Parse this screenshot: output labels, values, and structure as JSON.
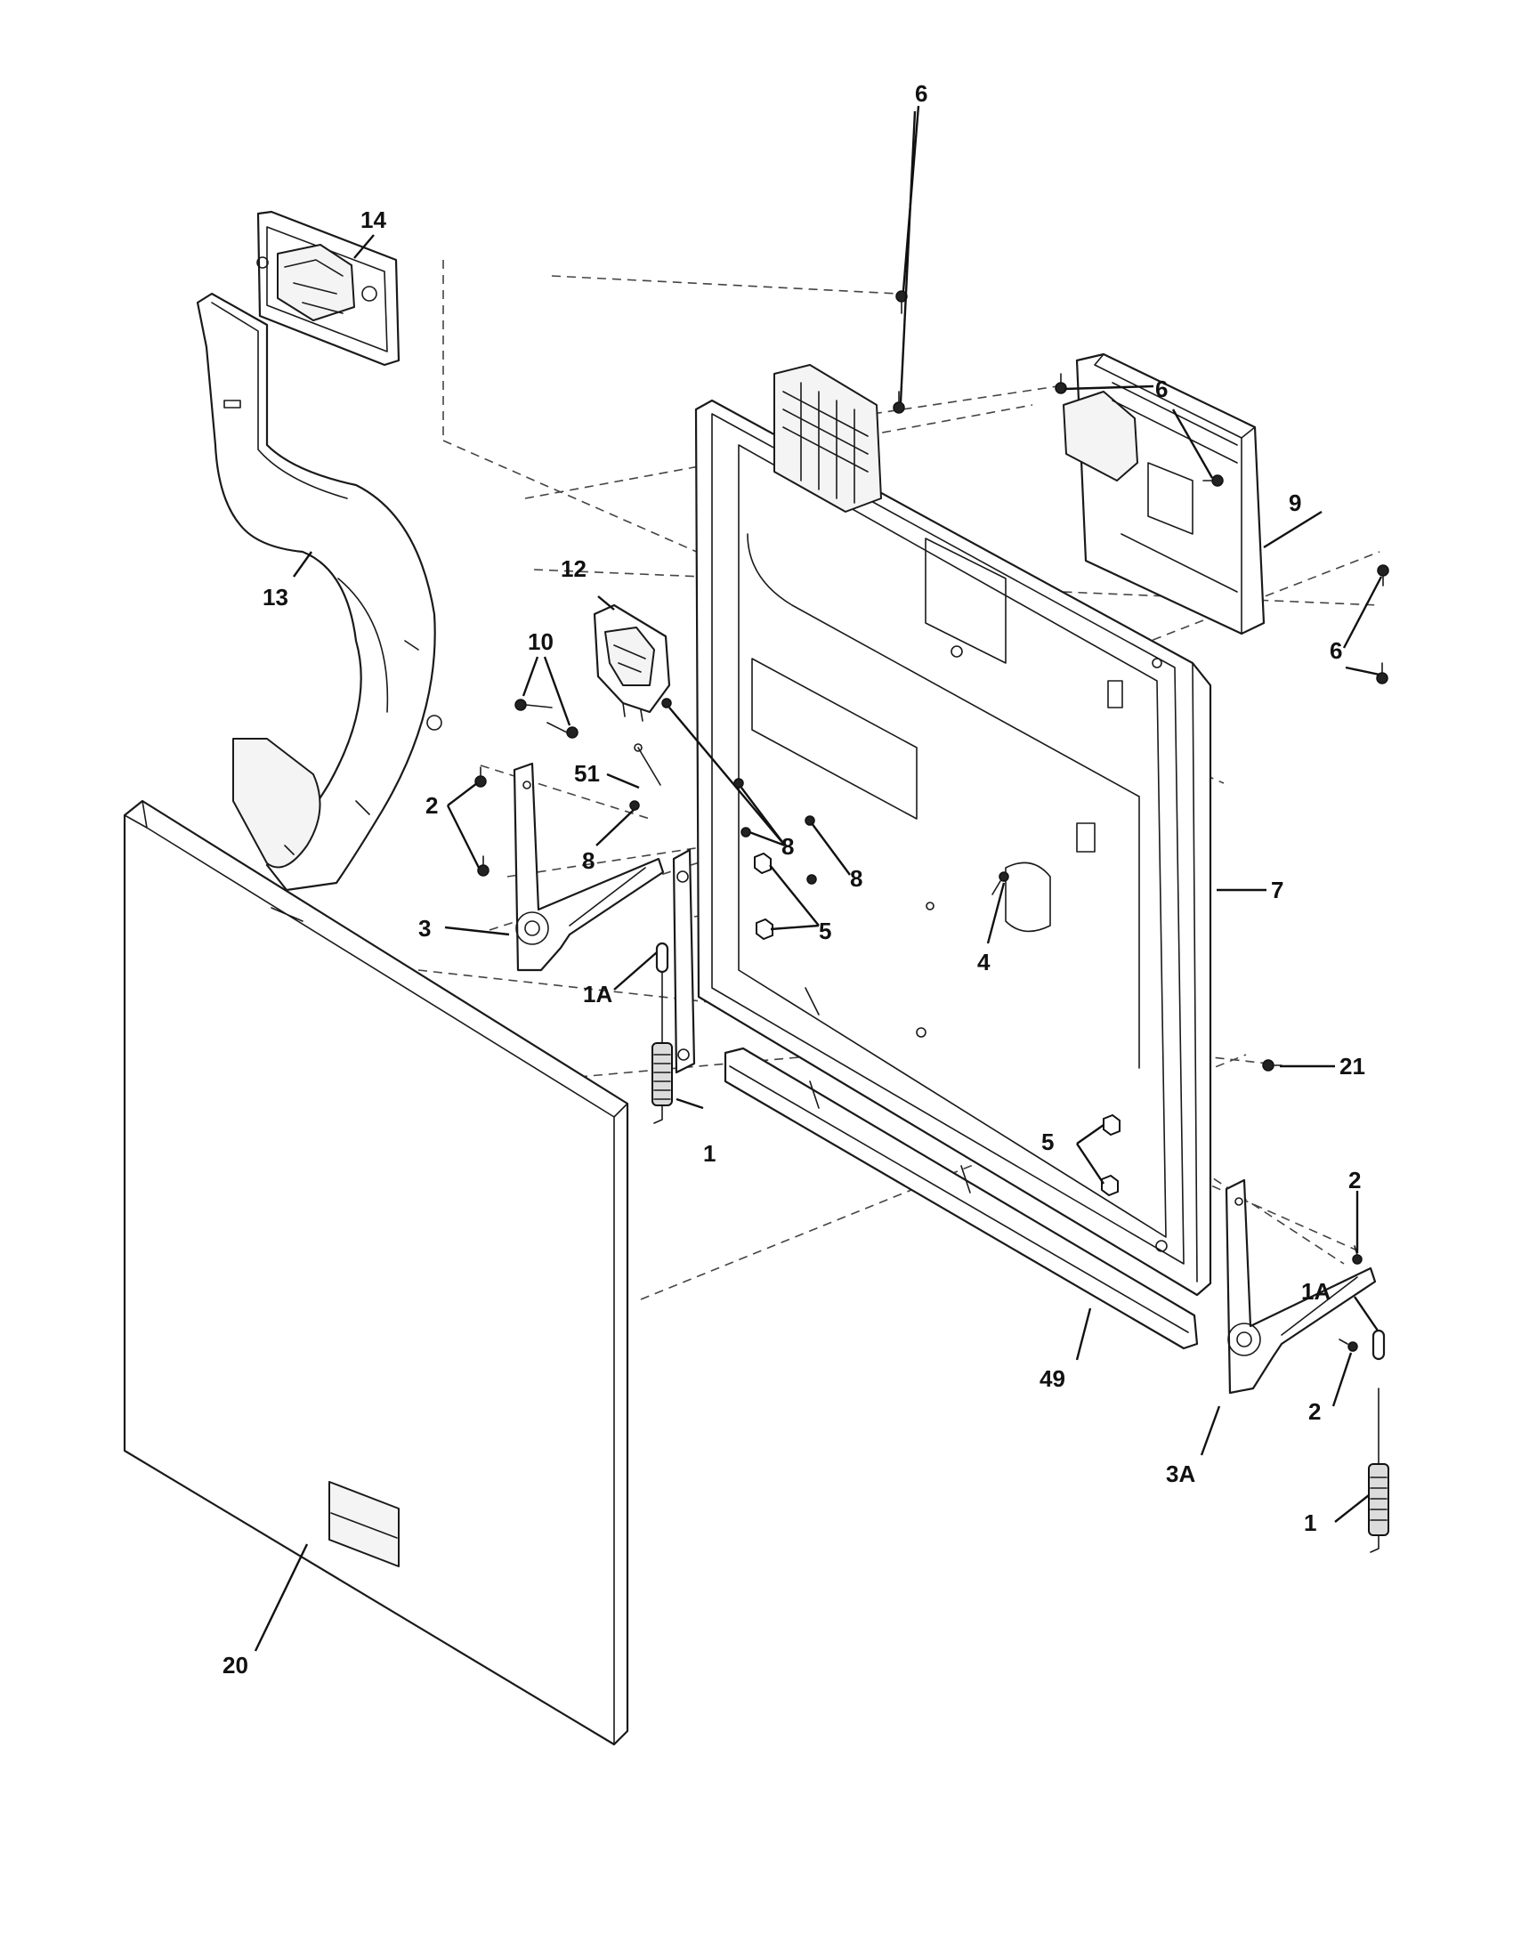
{
  "callouts": [
    {
      "id": "c14",
      "text": "14"
    },
    {
      "id": "c13",
      "text": "13"
    },
    {
      "id": "c12",
      "text": "12"
    },
    {
      "id": "c10",
      "text": "10"
    },
    {
      "id": "c51",
      "text": "51"
    },
    {
      "id": "c2a",
      "text": "2"
    },
    {
      "id": "c3",
      "text": "3"
    },
    {
      "id": "c8a",
      "text": "8"
    },
    {
      "id": "c8b",
      "text": "8"
    },
    {
      "id": "c8c",
      "text": "8"
    },
    {
      "id": "c1Aa",
      "text": "1A"
    },
    {
      "id": "c5a",
      "text": "5"
    },
    {
      "id": "c4",
      "text": "4"
    },
    {
      "id": "c6a",
      "text": "6"
    },
    {
      "id": "c6b",
      "text": "6"
    },
    {
      "id": "c6c",
      "text": "6"
    },
    {
      "id": "c9",
      "text": "9"
    },
    {
      "id": "c7",
      "text": "7"
    },
    {
      "id": "c21",
      "text": "21"
    },
    {
      "id": "c1a",
      "text": "1"
    },
    {
      "id": "c5b",
      "text": "5"
    },
    {
      "id": "c2b",
      "text": "2"
    },
    {
      "id": "c1Ab",
      "text": "1A"
    },
    {
      "id": "c2c",
      "text": "2"
    },
    {
      "id": "c49",
      "text": "49"
    },
    {
      "id": "c3A",
      "text": "3A"
    },
    {
      "id": "c1b",
      "text": "1"
    },
    {
      "id": "c20",
      "text": "20"
    }
  ]
}
